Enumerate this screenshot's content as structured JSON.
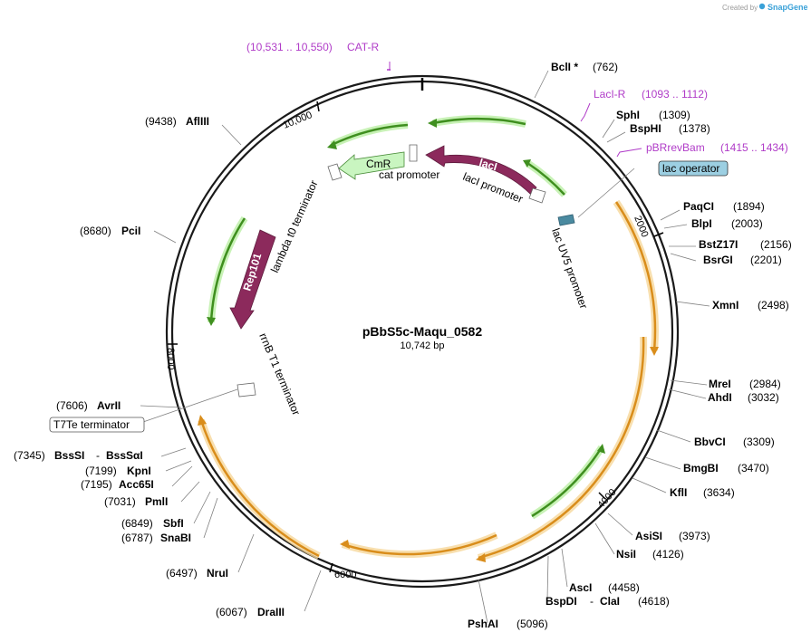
{
  "branding": {
    "created_by": "Created by",
    "app": "SnapGene"
  },
  "plasmid": {
    "name": "pBbS5c-Maqu_0582",
    "length": "10,742 bp"
  },
  "ticks": {
    "t2000": "2000",
    "t4000": "4000",
    "t6000": "6000",
    "t8000": "8000",
    "t10000": "10,000"
  },
  "enzymes": {
    "BclI": {
      "name": "BclI *",
      "pos": "(762)"
    },
    "SphI": {
      "name": "SphI",
      "pos": "(1309)"
    },
    "BspHI": {
      "name": "BspHI",
      "pos": "(1378)"
    },
    "PaqCI": {
      "name": "PaqCI",
      "pos": "(1894)"
    },
    "BlpI": {
      "name": "BlpI",
      "pos": "(2003)"
    },
    "BstZ17I": {
      "name": "BstZ17I",
      "pos": "(2156)"
    },
    "BsrGI": {
      "name": "BsrGI",
      "pos": "(2201)"
    },
    "XmnI": {
      "name": "XmnI",
      "pos": "(2498)"
    },
    "MreI": {
      "name": "MreI",
      "pos": "(2984)"
    },
    "AhdI": {
      "name": "AhdI",
      "pos": "(3032)"
    },
    "BbvCI": {
      "name": "BbvCI",
      "pos": "(3309)"
    },
    "BmgBI": {
      "name": "BmgBI",
      "pos": "(3470)"
    },
    "KflI": {
      "name": "KflI",
      "pos": "(3634)"
    },
    "AsiSI": {
      "name": "AsiSI",
      "pos": "(3973)"
    },
    "NsiI": {
      "name": "NsiI",
      "pos": "(4126)"
    },
    "AscI": {
      "name": "AscI",
      "pos": "(4458)"
    },
    "BspDI": {
      "name": "BspDI",
      "dash": "-",
      "name2": "ClaI",
      "pos": "(4618)"
    },
    "PshAI": {
      "name": "PshAI",
      "pos": "(5096)"
    },
    "DraIII": {
      "name": "DraIII",
      "pos": "(6067)"
    },
    "NruI": {
      "name": "NruI",
      "pos": "(6497)"
    },
    "SnaBI": {
      "name": "SnaBI",
      "pos": "(6787)"
    },
    "SbfI": {
      "name": "SbfI",
      "pos": "(6849)"
    },
    "PmlI": {
      "name": "PmlI",
      "pos": "(7031)"
    },
    "Acc65I": {
      "name": "Acc65I",
      "pos": "(7195)"
    },
    "KpnI": {
      "name": "KpnI",
      "pos": "(7199)"
    },
    "BssSI": {
      "name": "BssSI",
      "dash": "-",
      "name2": "BssSαI",
      "pos": "(7345)"
    },
    "AvrII": {
      "name": "AvrII",
      "pos": "(7606)"
    },
    "PciI": {
      "name": "PciI",
      "pos": "(8680)"
    },
    "AflIII": {
      "name": "AflIII",
      "pos": "(9438)"
    }
  },
  "primers": {
    "CAT_R": {
      "name": "CAT-R",
      "range": "(10,531 .. 10,550)"
    },
    "LacI_R": {
      "name": "LacI-R",
      "range": "(1093 .. 1112)"
    },
    "pBRrevBam": {
      "name": "pBRrevBam",
      "range": "(1415 .. 1434)"
    }
  },
  "features": {
    "lac_operator": "lac operator",
    "T7Te_terminator": "T7Te terminator",
    "CmR": "CmR",
    "cat_promoter": "cat promoter",
    "lacI": "lacI",
    "lacI_promoter": "lacI promoter",
    "lacUV5_promoter": "lac UV5 promoter",
    "lambda_t0": "lambda t0 terminator",
    "Rep101": "Rep101",
    "rrnB_T1": "rrnB T1 terminator"
  },
  "colors": {
    "orf_green": "#3f8f1f",
    "orf_orange": "#d98d1b",
    "maroon": "#8c2a5c",
    "cmr_fill": "#c9f5c0",
    "primer": "#b03cc8",
    "lac_op": "#9ccfe2"
  }
}
